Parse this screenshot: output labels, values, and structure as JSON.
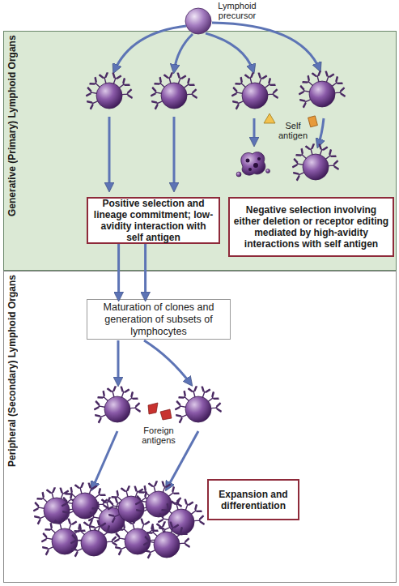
{
  "diagram": {
    "nodes": [
      {
        "text": [
          "Generative (Primary) Lymphoid Organs"
        ]
      },
      {
        "text": [
          "Positive selection and lineage commitment; low-avidity interaction with self antigen"
        ],
        "in": 0
      },
      {
        "text": [
          "Negative selection involving either deletion or receptor editing mediated by high-avidity interactions with self antigen"
        ],
        "in": 0
      },
      {
        "text": [
          "Peripheral (Secondary) Lymphoid Organs"
        ]
      },
      {
        "text": [
          "Maturation of clones and generation of subsets of lymphocytes"
        ],
        "in": 3
      },
      {
        "text": [
          "Expansion and differentiation"
        ],
        "in": 3
      }
    ],
    "edges": [
      {
        "from": 1,
        "to": 4,
        "arrow": "to"
      },
      {
        "from": 1,
        "to": 4,
        "arrow": "to"
      }
    ],
    "labels": [
      "Lymphoid precursor",
      "Self antigen",
      "Foreign antigens"
    ]
  }
}
